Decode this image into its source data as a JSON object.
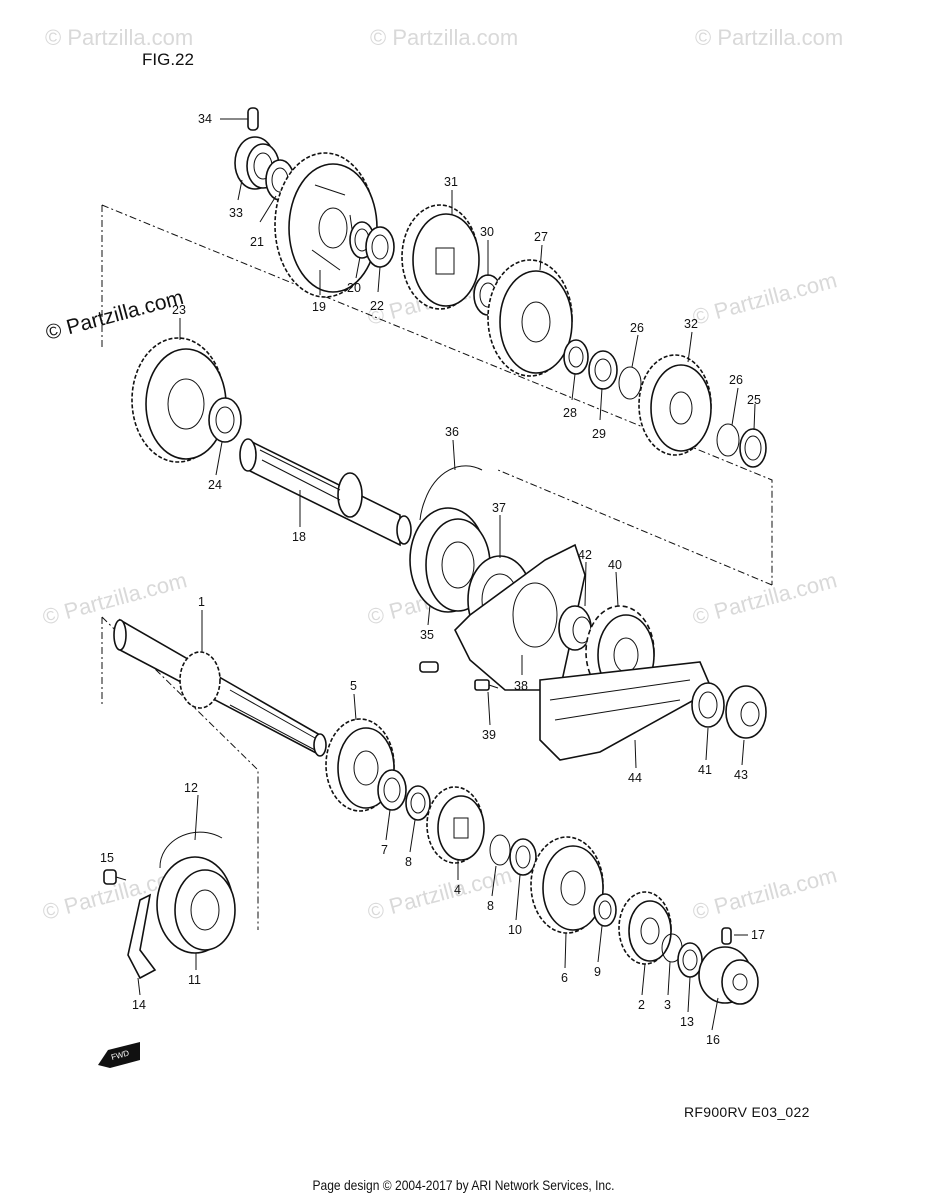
{
  "figure_label": "FIG.22",
  "diagram_code": "RF900RV E03_022",
  "footer": "Page design © 2004-2017 by ARI Network Services, Inc.",
  "watermark": "© Partzilla.com",
  "callouts": {
    "p1": "1",
    "p2": "2",
    "p3": "3",
    "p4": "4",
    "p5": "5",
    "p6": "6",
    "p7": "7",
    "p8a": "8",
    "p8b": "8",
    "p9": "9",
    "p10": "10",
    "p11": "11",
    "p12": "12",
    "p13": "13",
    "p14": "14",
    "p15": "15",
    "p16": "16",
    "p17": "17",
    "p18": "18",
    "p19": "19",
    "p20": "20",
    "p21": "21",
    "p22": "22",
    "p23": "23",
    "p24": "24",
    "p25": "25",
    "p26a": "26",
    "p26b": "26",
    "p27": "27",
    "p28": "28",
    "p29": "29",
    "p30": "30",
    "p31": "31",
    "p32": "32",
    "p33": "33",
    "p34": "34",
    "p35": "35",
    "p36": "36",
    "p37": "37",
    "p38": "38",
    "p39": "39",
    "p40": "40",
    "p41": "41",
    "p42": "42",
    "p43": "43",
    "p44": "44"
  },
  "fwd_label": "FWD"
}
